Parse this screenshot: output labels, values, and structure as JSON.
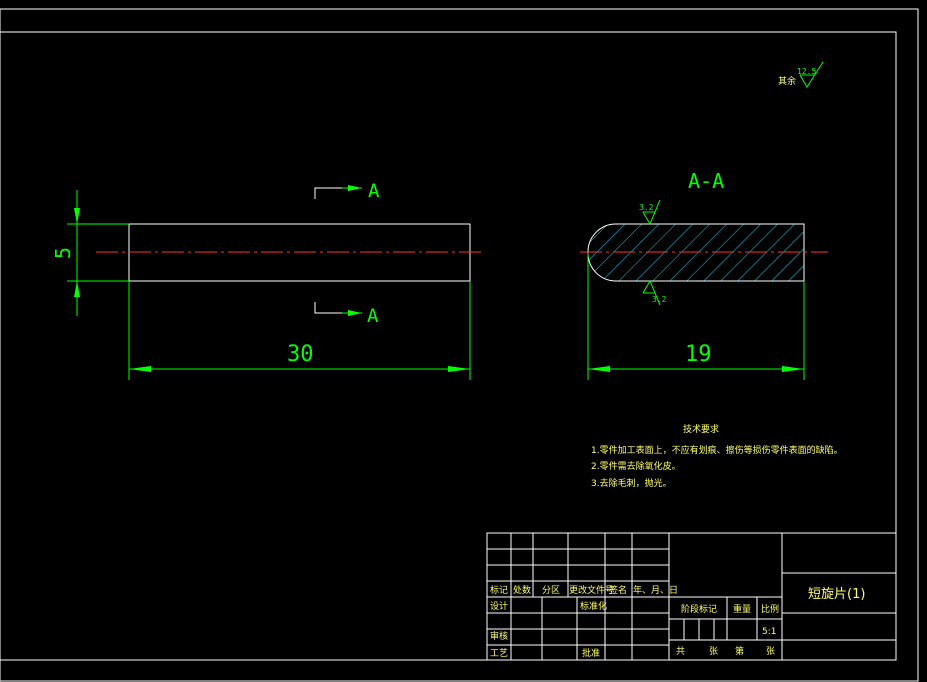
{
  "roughness": {
    "label": "其余",
    "value": "12.5"
  },
  "front_view": {
    "section_label_top": "A",
    "section_label_bottom": "A",
    "dim_height": "5",
    "dim_length": "30"
  },
  "section_view": {
    "title": "A-A",
    "roughness_top": "3.2",
    "roughness_bottom": "3.2",
    "dim_length": "19"
  },
  "tech_notes": {
    "title": "技术要求",
    "items": [
      "1.零件加工表面上，不应有划痕、擦伤等损伤零件表面的缺陷。",
      "2.零件需去除氧化皮。",
      "3.去除毛刺，抛光。"
    ]
  },
  "title_block": {
    "h_mark": "标记",
    "h_count": "处数",
    "h_zone": "分区",
    "h_doc": "更改文件号",
    "h_sign": "签名",
    "h_date": "年、月、日",
    "design": "设计",
    "standard": "标准化",
    "review": "审核",
    "process": "工艺",
    "approve": "批准",
    "stage": "阶段标记",
    "weight": "重量",
    "scale": "比例",
    "scale_value": "5:1",
    "total": "共",
    "sheet": "张",
    "page": "第",
    "sheet2": "张",
    "part_name": "短旋片(1)"
  }
}
